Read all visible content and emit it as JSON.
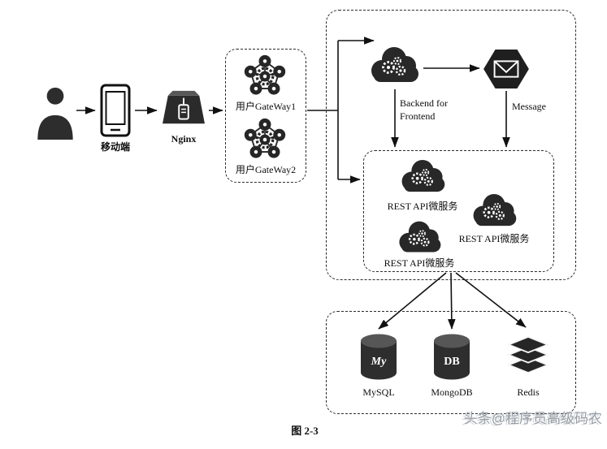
{
  "diagram": {
    "caption": "图 2-3",
    "watermark": "头条@程序员高级码农",
    "nodes": {
      "mobile": {
        "label": "移动端"
      },
      "nginx": {
        "label": "Nginx"
      },
      "gateway1": {
        "label": "用户GateWay1"
      },
      "gateway2": {
        "label": "用户GateWay2"
      },
      "bff": {
        "label": "Backend for Frontend"
      },
      "message": {
        "label": "Message"
      },
      "rest_api": {
        "label": "REST API微服务"
      },
      "mysql": {
        "label": "MySQL",
        "icon_text": "My"
      },
      "mongodb": {
        "label": "MongoDB",
        "icon_text": "DB"
      },
      "redis": {
        "label": "Redis"
      }
    },
    "edges": [
      {
        "from": "user",
        "to": "mobile"
      },
      {
        "from": "mobile",
        "to": "nginx"
      },
      {
        "from": "nginx",
        "to": "gateway-group"
      },
      {
        "from": "gateway-group",
        "to": "bff"
      },
      {
        "from": "gateway-group",
        "to": "rest-api-group"
      },
      {
        "from": "bff",
        "to": "message"
      },
      {
        "from": "bff",
        "to": "rest-api-group"
      },
      {
        "from": "message",
        "to": "rest-api-group"
      },
      {
        "from": "rest-api-group",
        "to": "mysql"
      },
      {
        "from": "rest-api-group",
        "to": "mongodb"
      },
      {
        "from": "rest-api-group",
        "to": "redis"
      }
    ],
    "colors": {
      "ink": "#1c1c1c",
      "watermark": "#98a0a8"
    }
  }
}
